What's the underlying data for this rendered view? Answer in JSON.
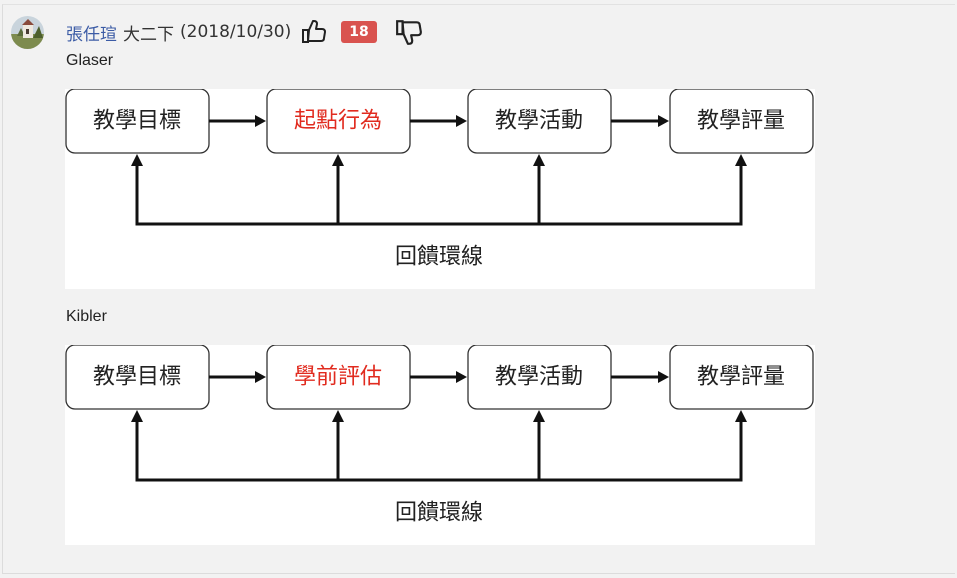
{
  "comment": {
    "author": "張任瑄",
    "grade": "大二下",
    "date": "(2018/10/30)",
    "likes": "18",
    "icons": {
      "avatar": "user-avatar",
      "like": "thumbs-up-icon",
      "dislike": "thumbs-down-icon"
    },
    "colors": {
      "author": "#3b5ba5",
      "badge": "#d9534f",
      "highlight": "#e12b1f"
    }
  },
  "diagrams": [
    {
      "label": "Glaser",
      "boxes": [
        "教學目標",
        "起點行為",
        "教學活動",
        "教學評量"
      ],
      "highlight_index": 1,
      "loop_label": "回饋環線"
    },
    {
      "label": "Kibler",
      "boxes": [
        "教學目標",
        "學前評估",
        "教學活動",
        "教學評量"
      ],
      "highlight_index": 1,
      "loop_label": "回饋環線"
    }
  ]
}
